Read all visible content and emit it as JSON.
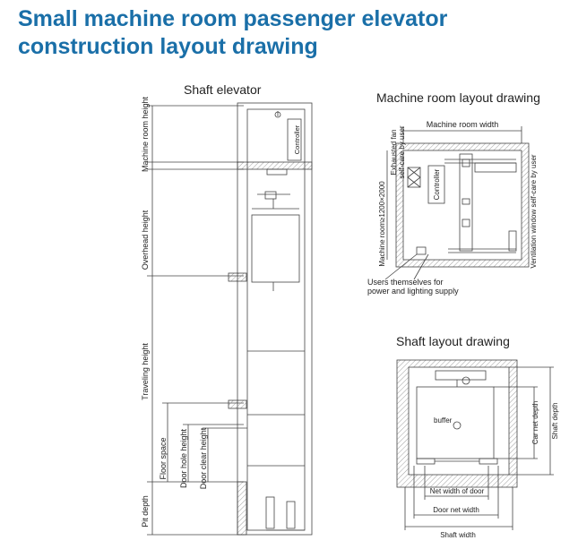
{
  "title": {
    "line1": "Small machine room passenger elevator",
    "line2": "construction layout drawing"
  },
  "shaft_elevator": {
    "heading": "Shaft elevator",
    "labels": {
      "machine_room_height": "Machine room height",
      "overhead_height": "Overhead height",
      "traveling_height": "Traveling height",
      "floor_space": "Floor space",
      "door_hole_height": "Door hole height",
      "door_clear_height": "Door clear height",
      "pit_depth": "Pit depth",
      "controller": "Controller"
    }
  },
  "machine_room": {
    "heading": "Machine room layout drawing",
    "machine_room_width": "Machine room width",
    "exhausted_fan_line1": "Exhausted fan",
    "exhausted_fan_line2": "self-care by user",
    "machine_room_size": "Machine room≥1200×2000",
    "controller": "Controller",
    "ventilation_window": "Ventilation window self-care by user",
    "users_note_line1": "Users themselves for",
    "users_note_line2": "power and lighting supply"
  },
  "shaft_layout": {
    "heading": "Shaft layout drawing",
    "buffer": "buffer",
    "car_net_depth": "Car net depth",
    "shaft_depth": "Shaft depth",
    "net_width_of_door": "Net width of door",
    "door_net_width": "Door net width",
    "shaft_width": "Shaft width"
  }
}
